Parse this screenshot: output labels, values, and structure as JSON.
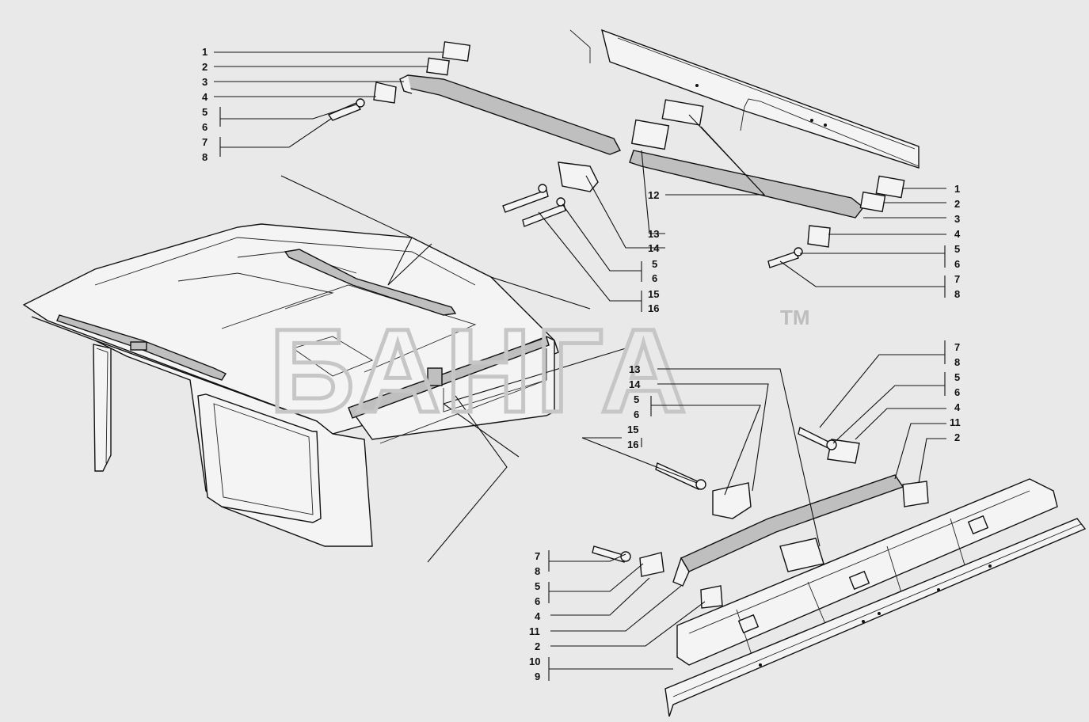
{
  "watermark": {
    "text": "БАНГА",
    "tm": "TM"
  },
  "callouts": {
    "top_left": [
      "1",
      "2",
      "3",
      "4",
      "5",
      "6",
      "7",
      "8"
    ],
    "top_center": [
      "12",
      "13",
      "14",
      "5",
      "6",
      "15",
      "16"
    ],
    "top_right": [
      "1",
      "2",
      "3",
      "4",
      "5",
      "6",
      "7",
      "8"
    ],
    "middle_center": [
      "13",
      "14",
      "5",
      "6",
      "15",
      "16"
    ],
    "middle_right": [
      "7",
      "8",
      "5",
      "6",
      "4",
      "11",
      "2"
    ],
    "bottom_left": [
      "7",
      "8",
      "5",
      "6",
      "4",
      "11",
      "2",
      "10",
      "9"
    ]
  },
  "colors": {
    "background": "#e9e9e9",
    "line": "#111111",
    "watermark": "#c2c2c2"
  }
}
